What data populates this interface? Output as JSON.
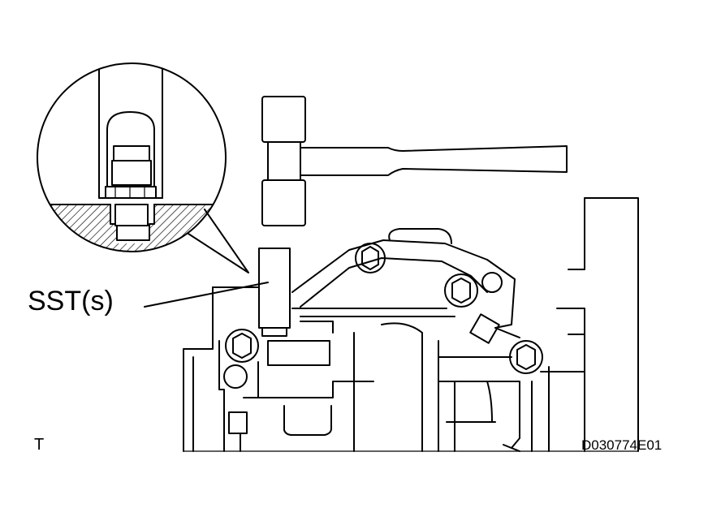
{
  "labels": {
    "tool": "SST(s)",
    "view": "T",
    "figure_id": "D030774E01"
  }
}
